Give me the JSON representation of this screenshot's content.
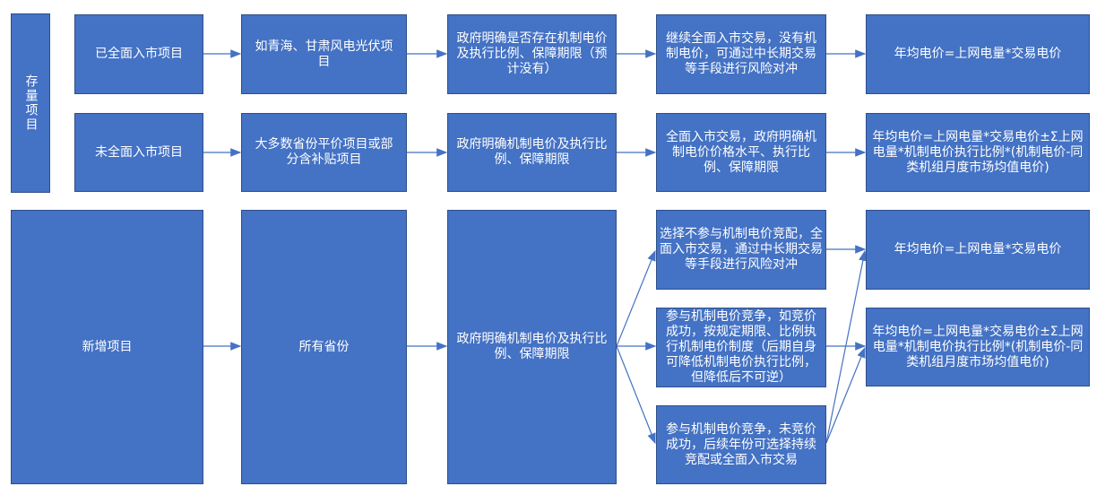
{
  "colors": {
    "box": "#4472C4",
    "border": "#2F4F8A",
    "arrow": "#4472C4"
  },
  "existing": {
    "label": "存量项目",
    "row1": {
      "category": "已全面入市项目",
      "scope": "如青海、甘肃风电光伏项目",
      "policy": "政府明确是否存在机制电价及执行比例、保障期限（预计没有）",
      "action": "继续全面入市交易，没有机制电价，可通过中长期交易等手段进行风险对冲",
      "formula": "年均电价=上网电量*交易电价"
    },
    "row2": {
      "category": "未全面入市项目",
      "scope": "大多数省份平价项目或部分含补贴项目",
      "policy": "政府明确机制电价及执行比例、保障期限",
      "action": "全面入市交易，政府明确机制电价价格水平、执行比例、保障期限",
      "formula": "年均电价=上网电量*交易电价±Σ上网电量*机制电价执行比例*(机制电价-同类机组月度市场均值电价)"
    }
  },
  "new": {
    "category": "新增项目",
    "scope": "所有省份",
    "policy": "政府明确机制电价及执行比例、保障期限",
    "options": [
      "选择不参与机制电价竞配，全面入市交易，通过中长期交易等手段进行风险对冲",
      "参与机制电价竞争，如竞价成功，按规定期限、比例执行机制电价制度（后期自身可降低机制电价执行比例，但降低后不可逆）",
      "参与机制电价竞争，未竞价成功，后续年份可选择持续竞配或全面入市交易"
    ],
    "formulas": [
      "年均电价=上网电量*交易电价",
      "年均电价=上网电量*交易电价±Σ上网电量*机制电价执行比例*(机制电价-同类机组月度市场均值电价)"
    ]
  }
}
